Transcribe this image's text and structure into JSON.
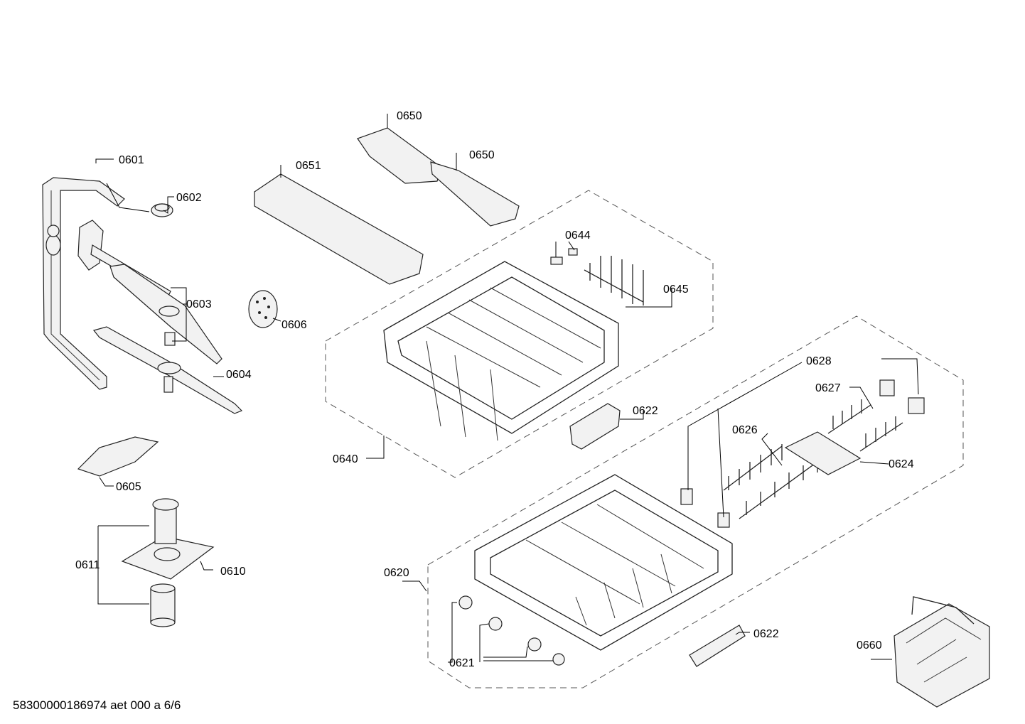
{
  "diagram": {
    "footer": "58300000186974 aet 000 a 6/6",
    "labels": {
      "p0601": "0601",
      "p0602": "0602",
      "p0603": "0603",
      "p0604": "0604",
      "p0605": "0605",
      "p0606": "0606",
      "p0610": "0610",
      "p0611": "0611",
      "p0620": "0620",
      "p0621": "0621",
      "p0622a": "0622",
      "p0622b": "0622",
      "p0624": "0624",
      "p0626": "0626",
      "p0627": "0627",
      "p0628": "0628",
      "p0640": "0640",
      "p0644": "0644",
      "p0645": "0645",
      "p0650a": "0650",
      "p0650b": "0650",
      "p0651": "0651",
      "p0660": "0660"
    }
  }
}
